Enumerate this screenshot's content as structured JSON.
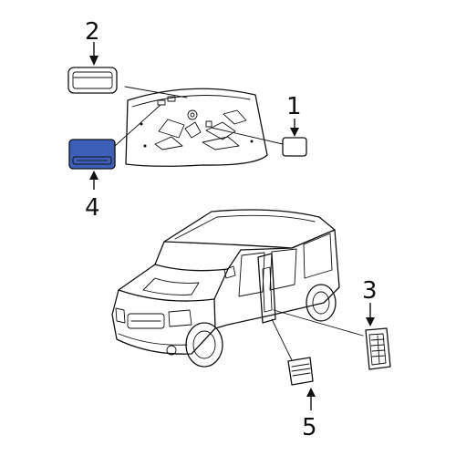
{
  "callouts": {
    "c1": "1",
    "c2": "2",
    "c3": "3",
    "c4": "4",
    "c5": "5"
  },
  "colors": {
    "highlight_label": "#3e5fb8",
    "line": "#111111",
    "background": "#ffffff"
  }
}
